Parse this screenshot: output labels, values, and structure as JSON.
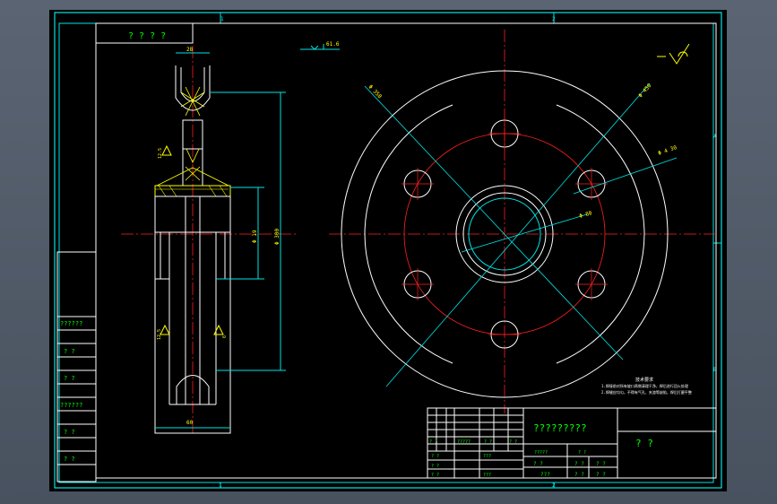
{
  "sheet": {
    "background": "#000000",
    "frame_color": "#00e5e5",
    "zone_letters_top": [
      "1",
      "2"
    ],
    "zone_letters_bottom": [
      "1",
      "2"
    ],
    "zone_letters_right": [
      "A",
      "B"
    ]
  },
  "colors": {
    "geometry": "#ffffff",
    "center_line": "#ff2020",
    "dimension": "#00e5e5",
    "weld": "#ffff00",
    "text_green": "#00ff00",
    "text_yellow": "#ffff00"
  },
  "top_left_box": {
    "text": "? ? ? ?"
  },
  "left_table": {
    "rows": [
      "??????",
      "? ?",
      "? ?",
      "??????",
      "? ?",
      "? ?"
    ]
  },
  "side_view": {
    "dim_top": "28",
    "dim_bottom": "60",
    "dim_inner_height": "Φ 19",
    "dim_outer_height": "Φ 300",
    "weld_marks": [
      "12.5",
      "12.5",
      "6"
    ],
    "surface_mark": "61.6"
  },
  "front_view": {
    "dim_labels": [
      "Φ 358",
      "Φ 450",
      "Φ 4 30",
      "Φ 80"
    ]
  },
  "notes": {
    "title": "技术要求",
    "line1": "1.焊接前对所有坡口两侧清理干净，焊后进行回火处理",
    "line2": "2.焊缝应均匀，不得有气孔、夹渣等缺陷，焊后打磨平整"
  },
  "title_block": {
    "drawing_title": "?????????",
    "right_label": "? ?",
    "rev_cells": [
      "? ?",
      "?????",
      "? ?",
      "? ?",
      "? ?",
      "???",
      "? ?",
      "?????",
      "? ?",
      "? ?",
      "???"
    ],
    "bottom_cells": [
      "? ?",
      "? ?",
      "? ?",
      "???",
      "? ?",
      "? ?"
    ]
  }
}
